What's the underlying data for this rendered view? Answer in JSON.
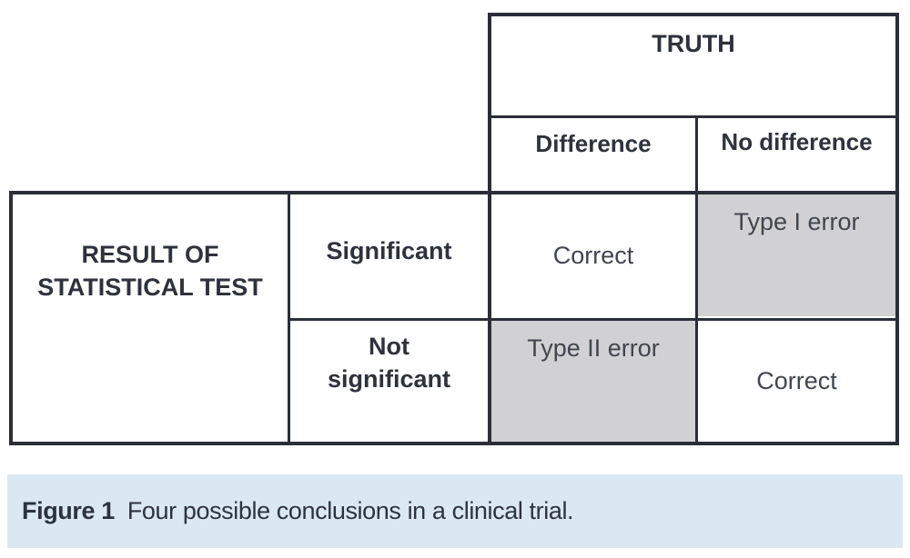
{
  "figure": {
    "caption_label": "Figure 1",
    "caption_text": "Four possible conclusions in a clinical trial."
  },
  "table": {
    "truth_header": "TRUTH",
    "col_headers": [
      "Difference",
      "No difference"
    ],
    "row_group_header": "RESULT OF STATISTICAL TEST",
    "row_headers": [
      "Significant",
      "Not significant"
    ],
    "cells": [
      [
        "Correct",
        "Type I error"
      ],
      [
        "Type II error",
        "Correct"
      ]
    ],
    "shaded_cells": [
      "row-significant-col-no-difference",
      "row-not-significant-col-difference"
    ]
  },
  "colors": {
    "border": "#2b2e38",
    "shaded_cell": "#d1d1d3",
    "caption_background": "#dce8f1",
    "header_text": "#2e323c",
    "value_text": "#41454e"
  }
}
